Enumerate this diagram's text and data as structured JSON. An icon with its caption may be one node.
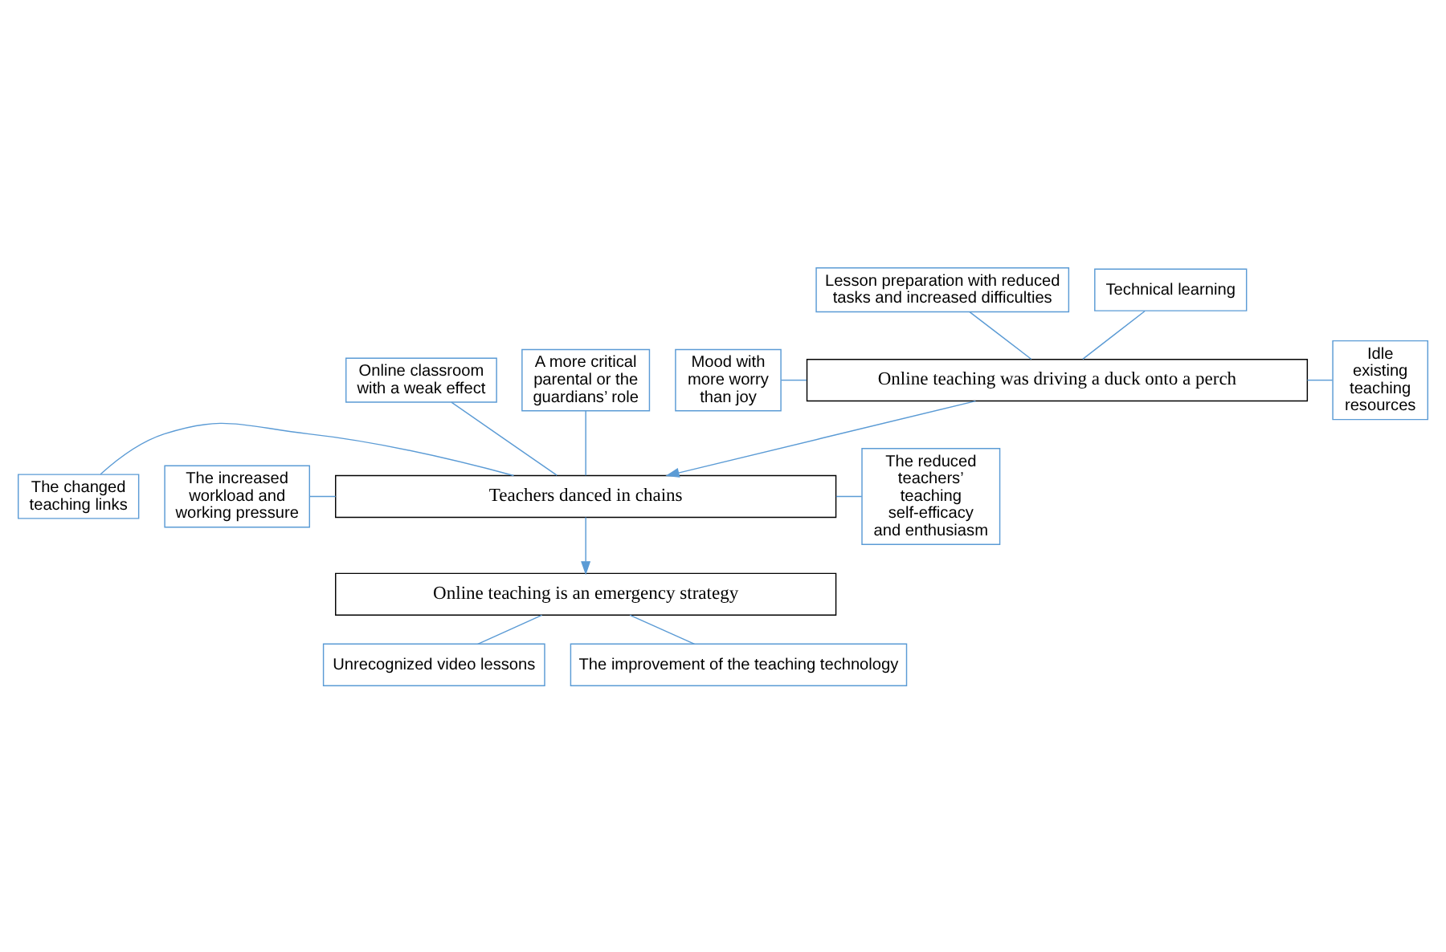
{
  "diagram": {
    "nodes": [
      {
        "text": [
          "Lesson preparation with reduced tasks and increased difficulties"
        ]
      },
      {
        "text": [
          "Technical learning"
        ]
      },
      {
        "text": [
          "Mood with more worry than joy"
        ]
      },
      {
        "text": [
          "Online teaching was driving a duck onto a perch"
        ]
      },
      {
        "text": [
          "Idle existing teaching resources"
        ]
      },
      {
        "text": [
          "Online classroom with a weak effect"
        ]
      },
      {
        "text": [
          "A more critical parental or the guardians’ role"
        ]
      },
      {
        "text": [
          "The changed teaching links"
        ]
      },
      {
        "text": [
          "Teachers danced in chains"
        ]
      },
      {
        "text": [
          "The reduced teachers’ teaching self-efficacy and enthusiasm"
        ]
      },
      {
        "text": [
          "The increased workload and working pressure"
        ]
      },
      {
        "text": [
          "Online teaching is an emergency strategy"
        ]
      },
      {
        "text": [
          "Unrecognized video lessons"
        ]
      },
      {
        "text": [
          "The improvement of the teaching technology"
        ]
      }
    ],
    "edges": [
      {
        "from": 0,
        "to": 3,
        "arrow": "none"
      },
      {
        "from": 1,
        "to": 3,
        "arrow": "none"
      },
      {
        "from": 2,
        "to": 3,
        "arrow": "none"
      },
      {
        "from": 3,
        "to": 4,
        "arrow": "none"
      },
      {
        "from": 3,
        "to": 8,
        "arrow": "to"
      },
      {
        "from": 5,
        "to": 8,
        "arrow": "none"
      },
      {
        "from": 6,
        "to": 8,
        "arrow": "none"
      },
      {
        "from": 7,
        "to": 8,
        "arrow": "none"
      },
      {
        "from": 10,
        "to": 8,
        "arrow": "none"
      },
      {
        "from": 8,
        "to": 9,
        "arrow": "none"
      },
      {
        "from": 8,
        "to": 11,
        "arrow": "to"
      },
      {
        "from": 11,
        "to": 12,
        "arrow": "none"
      },
      {
        "from": 11,
        "to": 13,
        "arrow": "none"
      }
    ]
  }
}
